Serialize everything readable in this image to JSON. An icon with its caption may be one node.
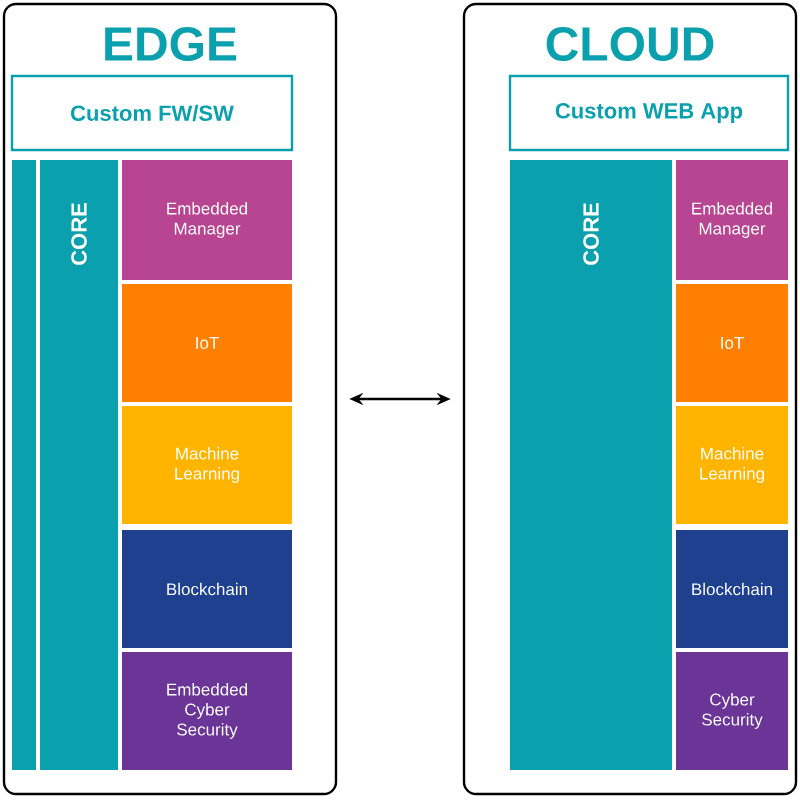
{
  "diagram": {
    "nodes": [
      {
        "text": [
          "EDGE"
        ]
      },
      {
        "text": [
          "Custom FW/SW"
        ],
        "in": 0
      },
      {
        "text": [],
        "shape": "bar",
        "in": 0
      },
      {
        "text": [
          "CORE"
        ],
        "in": 0
      },
      {
        "text": [
          "Embedded Manager"
        ],
        "in": 0
      },
      {
        "text": [
          "IoT"
        ],
        "in": 0
      },
      {
        "text": [
          "Machine Learning"
        ],
        "in": 0
      },
      {
        "text": [
          "Blockchain"
        ],
        "in": 0
      },
      {
        "text": [
          "Embedded Cyber Security"
        ],
        "in": 0
      },
      {
        "text": [
          "CLOUD"
        ]
      },
      {
        "text": [
          "Custom WEB App"
        ],
        "in": 9
      },
      {
        "text": [
          "CORE"
        ],
        "in": 9
      },
      {
        "text": [
          "Embedded Manager"
        ],
        "in": 9
      },
      {
        "text": [
          "IoT"
        ],
        "in": 9
      },
      {
        "text": [
          "Machine Learning"
        ],
        "in": 9
      },
      {
        "text": [
          "Blockchain"
        ],
        "in": 9
      },
      {
        "text": [
          "Cyber Security"
        ],
        "in": 9
      }
    ],
    "edges": [
      {
        "from": 0,
        "to": 9,
        "arrow": "both"
      }
    ]
  }
}
